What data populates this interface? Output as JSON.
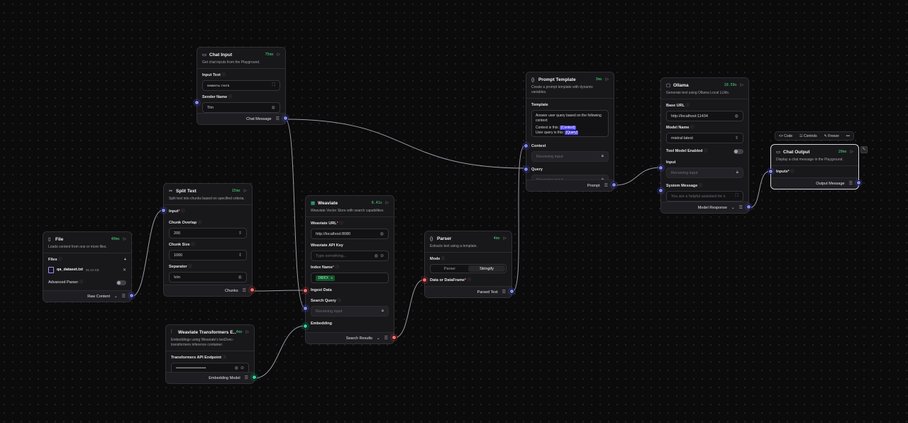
{
  "colors": {
    "blue": "#818cf8",
    "red": "#f87171",
    "green": "#34d399",
    "background": "#0b0b0c"
  },
  "toolbar": {
    "code": "Code",
    "controls": "Controls",
    "freeze": "Freeze"
  },
  "nodes": {
    "chat_input": {
      "title": "Chat Input",
      "time": "75ms",
      "desc": "Get chat inputs from the Playground.",
      "input_text_label": "Input Text",
      "input_text_value": "пиминты считв",
      "sender_label": "Sender Name",
      "sender_value": "Tim",
      "output": "Chat Message"
    },
    "split_text": {
      "title": "Split Text",
      "time": "15ms",
      "desc": "Split text into chunks based on specified criteria.",
      "input_label": "Input",
      "overlap_label": "Chunk Overlap",
      "overlap_value": "200",
      "size_label": "Chunk Size",
      "size_value": "1000",
      "sep_label": "Separator",
      "sep_value": "\\n\\n",
      "output": "Chunks"
    },
    "file": {
      "title": "File",
      "time": "40ms",
      "desc": "Loads content from one or more files.",
      "files_label": "Files",
      "file_name": "qa_dataset.txt",
      "file_size": "91.04 KB",
      "parser_label": "Advanced Parser",
      "output": "Raw Content"
    },
    "weaviate": {
      "title": "Weaviate",
      "time": "8.41s",
      "desc": "Weaviate Vector Store with search capabilities",
      "url_label": "Weaviate URL",
      "url_value": "http://localhost:8080",
      "key_label": "Weaviate API Key",
      "key_placeholder": "Type something...",
      "index_label": "Index Name",
      "index_chip": "INDEX",
      "ingest_label": "Ingest Data",
      "query_label": "Search Query",
      "query_placeholder": "Receiving input",
      "embedding_label": "Embedding",
      "output": "Search Results"
    },
    "transformers": {
      "title": "Weaviate Transformers E...",
      "time": "4ms",
      "desc": "Embeddings using Weaviate's text2vec-transformers inference container.",
      "endpoint_label": "Transformers API Endpoint",
      "endpoint_value": "••••••••••••••••••••••",
      "output": "Embedding Model"
    },
    "parser": {
      "title": "Parser",
      "time": "4ms",
      "desc": "Extracts text using a template.",
      "mode_label": "Mode",
      "mode_a": "Parser",
      "mode_b": "Stringify",
      "data_label": "Data or DataFrame",
      "output": "Parsed Text"
    },
    "prompt": {
      "title": "Prompt Template",
      "time": "3ms",
      "desc": "Create a prompt template with dynamic variables.",
      "template_label": "Template",
      "line1": "Answer user query based on the following context:",
      "line2": "Context is this:",
      "var1": "{Context}",
      "line3": "User query is this:",
      "var2": "{Query}",
      "context_label": "Context",
      "context_ph": "Receiving input",
      "query_label": "Query",
      "query_ph": "Receiving input",
      "output": "Prompt"
    },
    "ollama": {
      "title": "Ollama",
      "time": "10.59s",
      "desc": "Generate text using Ollama Local LLMs.",
      "base_label": "Base URL",
      "base_value": "http://localhost:11434",
      "model_label": "Model Name",
      "model_value": "mistral:latest",
      "tool_label": "Tool Model Enabled",
      "input_label": "Input",
      "input_ph": "Receiving input",
      "system_label": "System Message",
      "system_value": "You are a helpful assistant for s",
      "output": "Model Response"
    },
    "chat_output": {
      "title": "Chat Output",
      "time": "20ms",
      "desc": "Display a chat message in the Playground.",
      "inputs_label": "Inputs",
      "output": "Output Message"
    }
  }
}
